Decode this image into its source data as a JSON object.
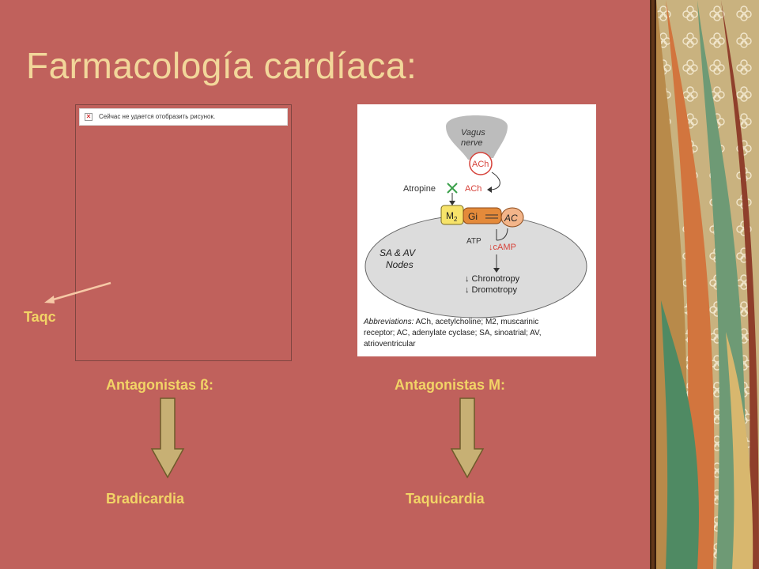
{
  "slide": {
    "title": "Farmacología cardíaca:",
    "image_placeholder": {
      "icon": "broken-image-icon",
      "message": "Сейчас не удается отобразить рисунок."
    },
    "taqc_label": "Taqc",
    "left_column": {
      "heading": "Antagonistas ß:",
      "result": "Bradicardia"
    },
    "right_column": {
      "heading": "Antagonistas M:",
      "result": "Taquicardia"
    },
    "diagram": {
      "vagus_label_1": "Vagus",
      "vagus_label_2": "nerve",
      "ach_circle": "ACh",
      "atropine": "Atropine",
      "ach_arrow": "ACh",
      "m2": "M",
      "m2_sub": "2",
      "gi": "Gi",
      "ac": "AC",
      "atp": "ATP",
      "camp": "↓cAMP",
      "node_label_1": "SA & AV",
      "node_label_2": "Nodes",
      "chronotropy": "↓ Chronotropy",
      "dromotropy": "↓ Dromotropy",
      "abbrev_1_italic": "Abbreviations:",
      "abbrev_1": " ACh, acetylcholine; M2, muscarinic",
      "abbrev_2": "receptor; AC, adenylate cyclase; SA, sinoatrial; AV,",
      "abbrev_3": "atrioventricular"
    },
    "colors": {
      "background": "#c0615c",
      "title": "#f2d79a",
      "labels": "#f2d466",
      "arrow_fill": "#c7b074"
    }
  }
}
